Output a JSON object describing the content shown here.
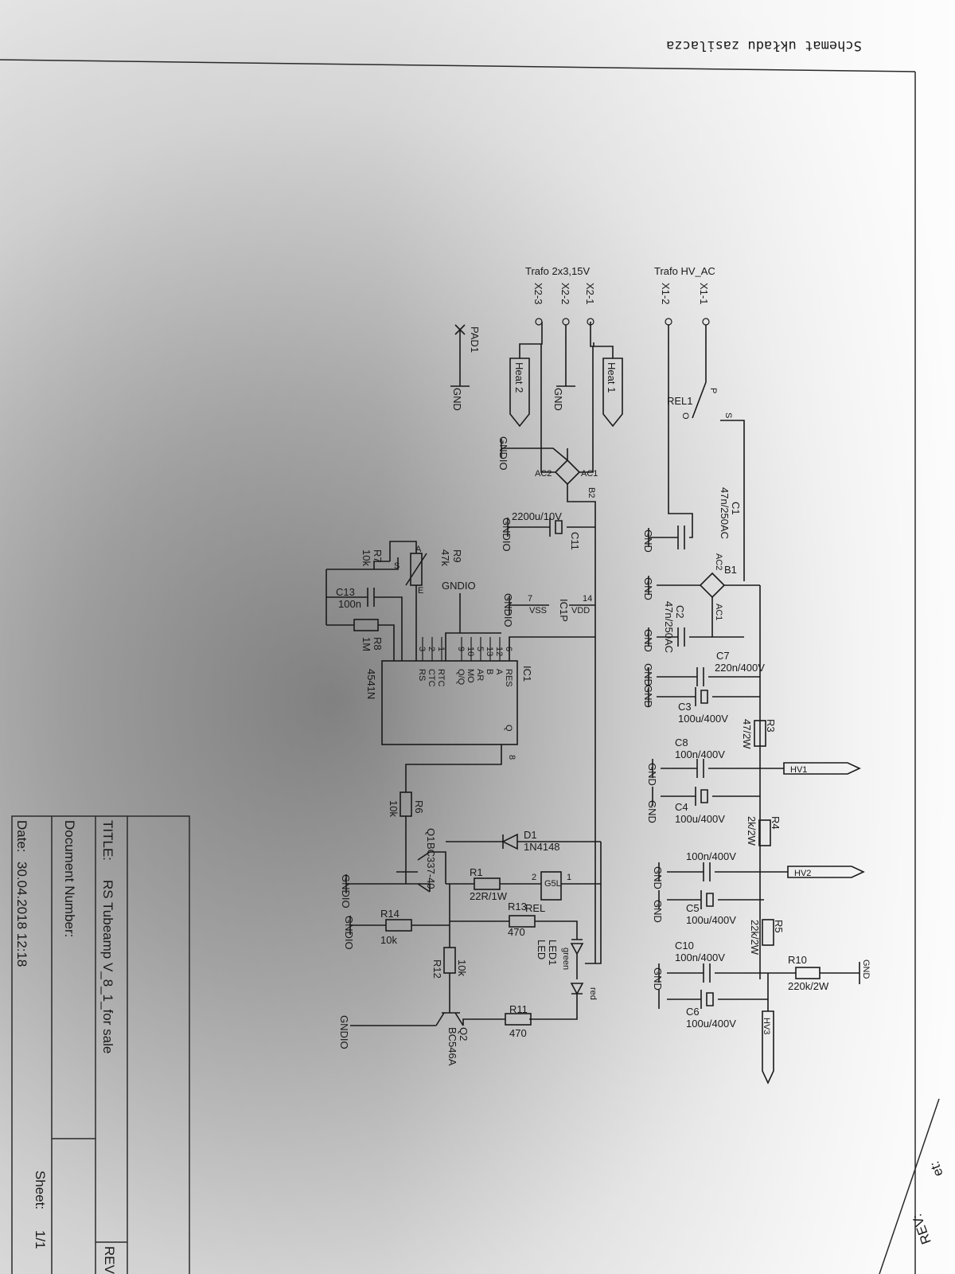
{
  "header": {
    "sheet_title": "Schemat układu zasilacza"
  },
  "title_block": {
    "title_label": "TITLE:",
    "title_value": "RS Tubeamp V_8_1_for sale",
    "docnum_label": "Document Number:",
    "date_label": "Date:",
    "date_value": "30.04.2018 12:18",
    "sheet_label": "Sheet:",
    "sheet_value": "1/1",
    "rev_label": "REV:",
    "rev_label_2": "REV:",
    "sheet_label_2": "et:"
  },
  "connectors": {
    "trafo_hv": "Trafo HV_AC",
    "x1_1": "X1-1",
    "x1_2": "X1-2",
    "trafo_heat": "Trafo 2x3,15V",
    "x2_1": "X2-1",
    "x2_2": "X2-2",
    "x2_3": "X2-3",
    "pad1": "PAD1"
  },
  "nets": {
    "gnd": "GND",
    "gndio": "GNDIO",
    "heat1": "Heat 1",
    "heat2": "Heat 2",
    "hv1": "HV1",
    "hv2": "HV2",
    "hv3": "HV3"
  },
  "components": {
    "rel1": "REL1",
    "rel1_p": "P",
    "rel1_s": "S",
    "rel1_o": "O",
    "c1": "C1",
    "c1_val": "47n/250AC",
    "c2": "C2",
    "c2_val": "47n/250AC",
    "b1": "B1",
    "b2": "B2",
    "ac1": "AC1",
    "ac2": "AC2",
    "c7": "C7",
    "c7_val": "220n/400V",
    "c3": "C3",
    "c3_val": "100u/400V",
    "r3": "R3",
    "r3_val": "47/2W",
    "c8": "C8",
    "c8_val": "100n/400V",
    "c4": "C4",
    "c4_val": "100u/400V",
    "r4": "R4",
    "r4_val": "2k/2W",
    "c9_val": "100n/400V",
    "c5": "C5",
    "c5_val": "100u/400V",
    "r5": "R5",
    "r5_val": "22k/2W",
    "c10": "C10",
    "c10_val": "100n/400V",
    "c6": "C6",
    "c6_val": "100u/400V",
    "r10": "R10",
    "r10_val": "220k/2W",
    "c11": "C11",
    "c11_val": "2200u/10V",
    "r9": "R9",
    "r9_val": "47k",
    "r7": "R7",
    "r7_val": "10k",
    "c13": "C13",
    "c13_val": "100n",
    "r8": "R8",
    "r8_val": "1M",
    "ic1": "IC1",
    "ic1p": "IC1P",
    "ic1_part": "4541N",
    "vdd": "VDD",
    "vss": "VSS",
    "pin14": "14",
    "pin7": "7",
    "ic_pins_left": [
      "RES",
      "A",
      "B",
      "AR",
      "MO",
      "Q/Q",
      "RTC",
      "CTC",
      "RS"
    ],
    "ic_pin_nums": [
      "6",
      "12",
      "13",
      "5",
      "10",
      "9",
      "1",
      "2",
      "3"
    ],
    "ic_pin_q": "Q",
    "ic_pin_q_num": "8",
    "r6": "R6",
    "r6_val": "10k",
    "q1": "Q1",
    "q1_val": "BC337-40",
    "d1": "D1",
    "d1_val": "1N4148",
    "r1": "R1",
    "r1_val": "22R/1W",
    "g5l": "G5L",
    "rel_pin1": "1",
    "rel_pin2": "2",
    "r13": "R13",
    "r13_val": "470",
    "rel": "REL",
    "led1": "LED1",
    "led": "LED",
    "r14": "R14",
    "r14_val": "10k",
    "r12": "R12",
    "r12_val": "10k",
    "r11": "R11",
    "r11_val": "470",
    "q2": "Q2",
    "q2_val": "BC546A",
    "green": "green",
    "red": "red",
    "pot_a": "A",
    "pot_s": "S",
    "pot_e": "E"
  }
}
